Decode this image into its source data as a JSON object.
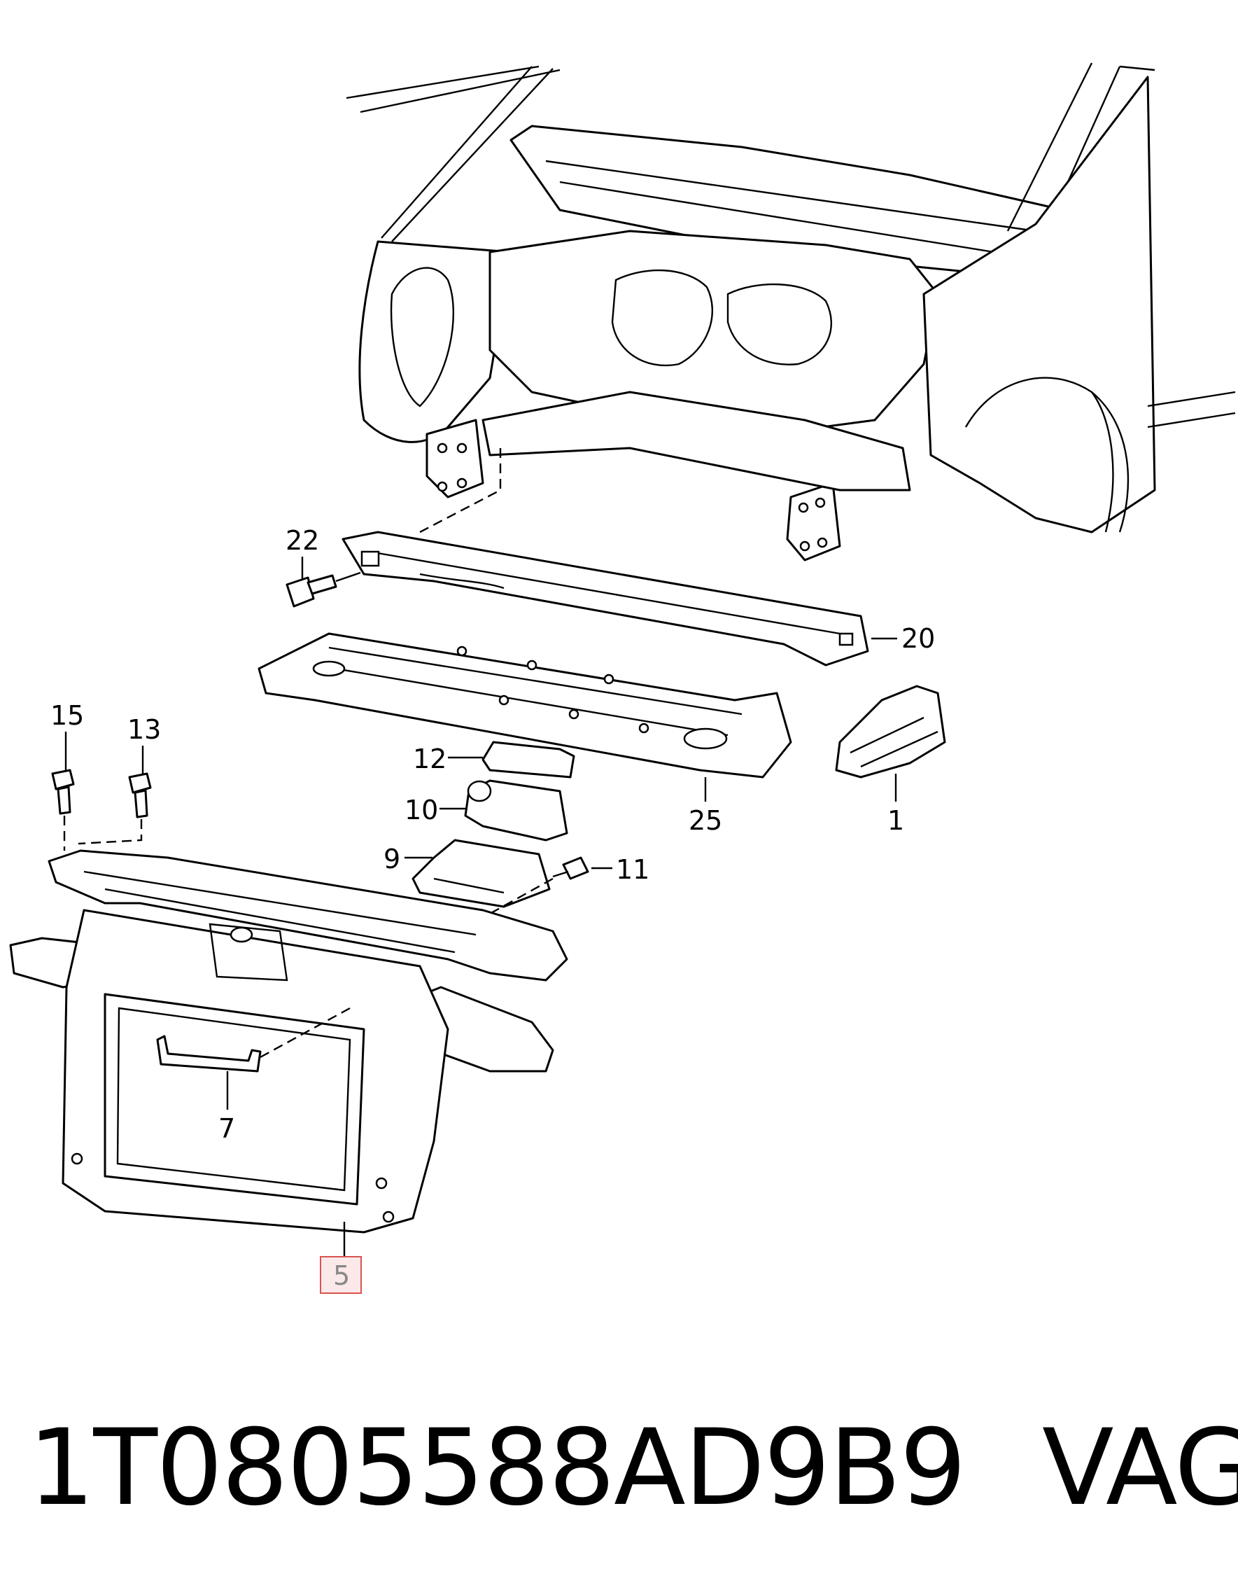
{
  "callouts": {
    "c22": "22",
    "c20": "20",
    "c15": "15",
    "c13": "13",
    "c12": "12",
    "c10": "10",
    "c25": "25",
    "c1": "1",
    "c9": "9",
    "c11": "11",
    "c7": "7",
    "c5": "5"
  },
  "highlight_color": "#d9534f",
  "footer": {
    "part_number": "1T0805588AD9B9",
    "brand": "VAG"
  }
}
